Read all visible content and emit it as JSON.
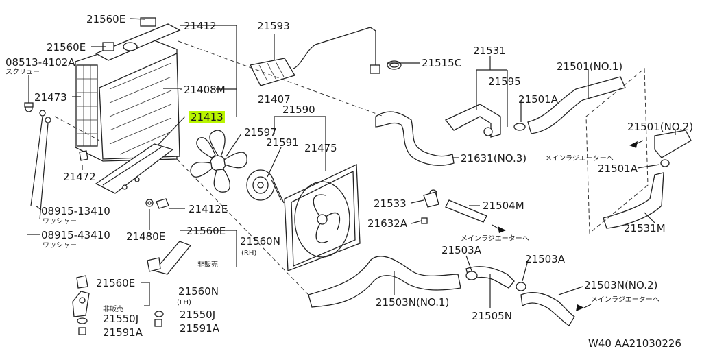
{
  "labels": {
    "p21560E_top": "21560E",
    "p21412": "21412",
    "p21593": "21593",
    "p21560E_2": "21560E",
    "p08513": "08513-4102A",
    "screw": "スクリュー",
    "p21473": "21473",
    "p21408M": "21408M",
    "p21407": "21407",
    "p21413": "21413",
    "p21590": "21590",
    "p21597": "21597",
    "p21591": "21591",
    "p21475": "21475",
    "p21472": "21472",
    "p08915a": "08915-13410",
    "washer_a": "ワッシャー",
    "p08915b": "08915-43410",
    "washer_b": "ワッシャー",
    "p21480E": "21480E",
    "p21412E": "21412E",
    "p21560E_3": "21560E",
    "p21560N_rh": "21560N",
    "rh": "(RH)",
    "not_sold_1": "非販売",
    "p21560E_4": "21560E",
    "p21560N_lh": "21560N",
    "lh": "(LH)",
    "not_sold_2": "非販売",
    "p21550J_a": "21550J",
    "p21550J_b": "21550J",
    "p21591A_a": "21591A",
    "p21591A_b": "21591A",
    "p21515C": "21515C",
    "p21531": "21531",
    "p21595": "21595",
    "p21501A_a": "21501A",
    "p21631": "21631(NO.3)",
    "p21533": "21533",
    "p21504M": "21504M",
    "p21632A": "21632A",
    "main_rad_1": "メインラジエーターへ",
    "p21501_no1": "21501(NO.1)",
    "p21501_no2": "21501(NO.2)",
    "main_rad_2": "メインラジエーターへ",
    "p21501A_b": "21501A",
    "p21531M": "21531M",
    "p21503A_a": "21503A",
    "p21503A_b": "21503A",
    "p21503N_no1": "21503N(NO.1)",
    "p21505N": "21505N",
    "p21503N_no2": "21503N(NO.2)",
    "main_rad_3": "メインラジエーターへ",
    "footer_code": "W40 AA21030226"
  },
  "colors": {
    "highlight": "#b9f500",
    "ink": "#1a1a1a"
  }
}
